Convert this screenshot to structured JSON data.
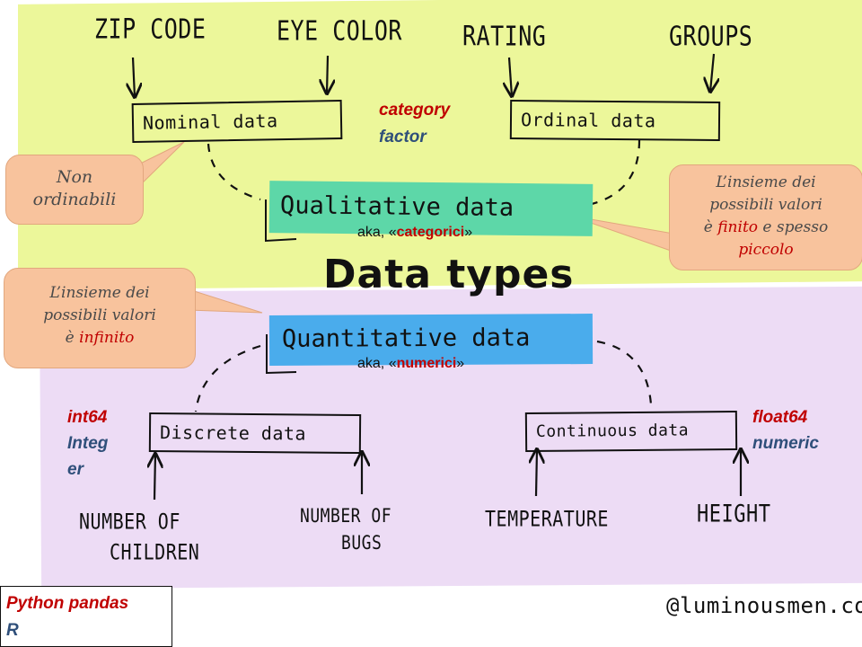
{
  "title": "Data types",
  "top_labels": {
    "zip": "ZIP CODE",
    "eye": "EYE COLOR",
    "rating": "RATING",
    "groups": "GROUPS"
  },
  "nominal": {
    "label": "Nominal data",
    "tag1": "category",
    "tag2": "factor"
  },
  "ordinal": {
    "label": "Ordinal data"
  },
  "qualitative": {
    "label": "Qualitative data",
    "aka_prefix": "aka, «",
    "aka_word": "categorici",
    "aka_suffix": "»"
  },
  "quantitative": {
    "label": "Quantitative data",
    "aka_prefix": "aka, «",
    "aka_word": "numerici",
    "aka_suffix": "»"
  },
  "callout_non": {
    "line1": "Non",
    "line2": "ordinabili"
  },
  "callout_finite": {
    "line1": "L’insieme dei",
    "line2": "possibili valori",
    "line3a": "è ",
    "line3b": "finito",
    "line3c": " e spesso",
    "line4": "piccolo"
  },
  "callout_infinite": {
    "line1": "L’insieme dei",
    "line2": "possibili valori",
    "line3a": "è ",
    "line3b": "infinito"
  },
  "discrete": {
    "label": "Discrete data",
    "tag1": "int64",
    "tag2a": "Integ",
    "tag2b": "er"
  },
  "continuous": {
    "label": "Continuous data",
    "tag1": "float64",
    "tag2": "numeric"
  },
  "bottom_labels": {
    "children1": "NUMBER OF",
    "children2": "CHILDREN",
    "bugs1": "NUMBER OF",
    "bugs2": "BUGS",
    "temp": "TEMPERATURE",
    "height": "HEIGHT"
  },
  "legend": {
    "python": "Python pandas",
    "r": "R"
  },
  "credit": "@luminousmen.com",
  "colors": {
    "top_band": "#ecf79a",
    "bottom_band": "#eddcf5",
    "qualitative": "#5dd7a8",
    "quantitative": "#4aacec",
    "callout": "#f8c39d",
    "accent_red": "#c00000",
    "accent_navy": "#2f4f7a"
  }
}
